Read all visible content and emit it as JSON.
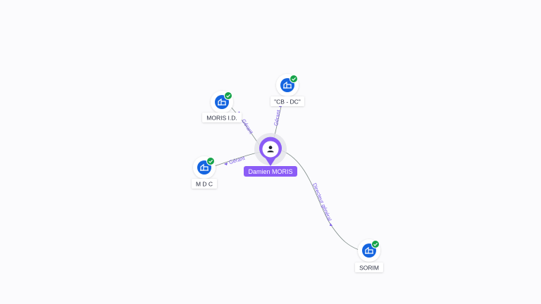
{
  "center": {
    "label": "Damien MORIS",
    "icon": "person-icon",
    "color": "#8b5cf6"
  },
  "companies": [
    {
      "id": "moris-id",
      "label": "MORIS I.D.",
      "icon": "building-icon",
      "status": "verified"
    },
    {
      "id": "cb-dc",
      "label": "\"CB - DC\"",
      "icon": "building-icon",
      "status": "verified"
    },
    {
      "id": "mdc",
      "label": "M D C",
      "icon": "building-icon",
      "status": "verified"
    },
    {
      "id": "sorim",
      "label": "SORIM",
      "icon": "building-icon",
      "status": "verified"
    }
  ],
  "relations": [
    {
      "target": "moris-id",
      "label": "Gérant"
    },
    {
      "target": "cb-dc",
      "label": "Gérant"
    },
    {
      "target": "mdc",
      "label": "Gérant"
    },
    {
      "target": "sorim",
      "label": "Directeur général"
    }
  ],
  "colors": {
    "person": "#8b5cf6",
    "company": "#1565e0",
    "verified": "#16a34a",
    "edge": "#7d8a86",
    "relation_text": "#7b5ce6"
  }
}
